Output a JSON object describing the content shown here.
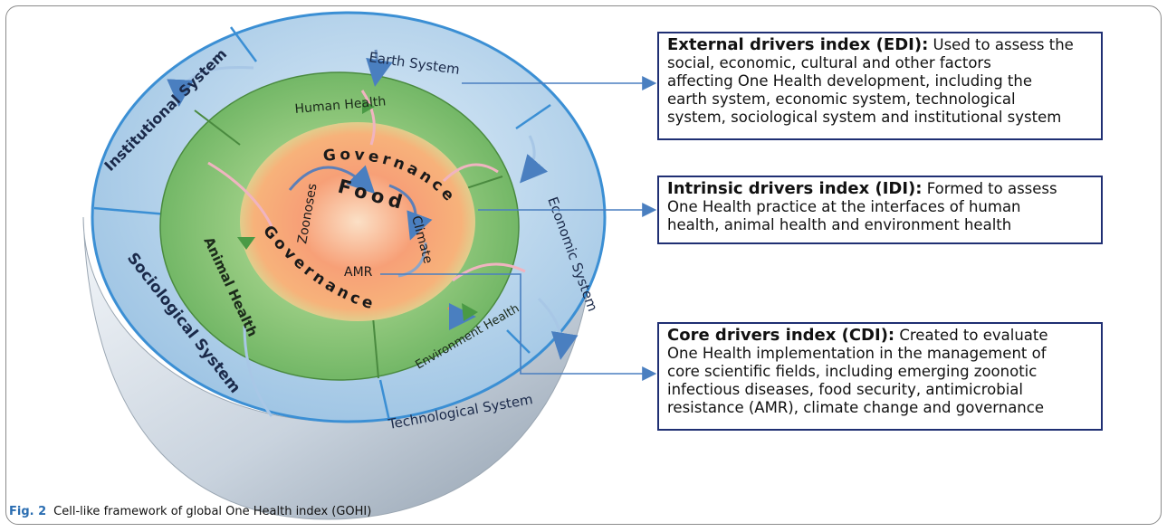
{
  "caption": {
    "label": "Fig. 2",
    "text": "Cell-like framework of global One Health index (GOHI)"
  },
  "rings": {
    "outer": [
      "Earth System",
      "Economic System",
      "Technological System",
      "Sociological System",
      "Institutional System"
    ],
    "middle": [
      "Human Health",
      "Animal Health",
      "Environment Health"
    ],
    "core_governance": "Governance",
    "core_items": [
      "Food",
      "Zoonoses",
      "AMR",
      "Climate"
    ]
  },
  "info_boxes": {
    "edi": {
      "heading": "External drivers index (EDI):",
      "line1_rest": " Used to assess the",
      "line2": "social, economic, cultural and other factors",
      "line3": "affecting One Health development, including the",
      "line4": "earth system, economic system, technological",
      "line5": "system, sociological system and institutional system"
    },
    "idi": {
      "heading": "Intrinsic drivers index (IDI):",
      "line1_rest": " Formed to assess",
      "line2": "One Health practice at the interfaces of human",
      "line3": "health, animal health and environment health"
    },
    "cdi": {
      "heading": "Core drivers index (CDI):",
      "line1_rest": " Created to evaluate",
      "line2": "One Health implementation in the management of",
      "line3": "core scientific fields, including emerging zoonotic",
      "line4": "infectious diseases, food security, antimicrobial",
      "line5": "resistance (AMR), climate change and governance"
    }
  },
  "colors": {
    "outer_ring": "#b9d8ef",
    "middle_ring": "#7cc46e",
    "core": "#f7a277",
    "border": "#1f2f73",
    "arrow": "#4a7fc0"
  }
}
